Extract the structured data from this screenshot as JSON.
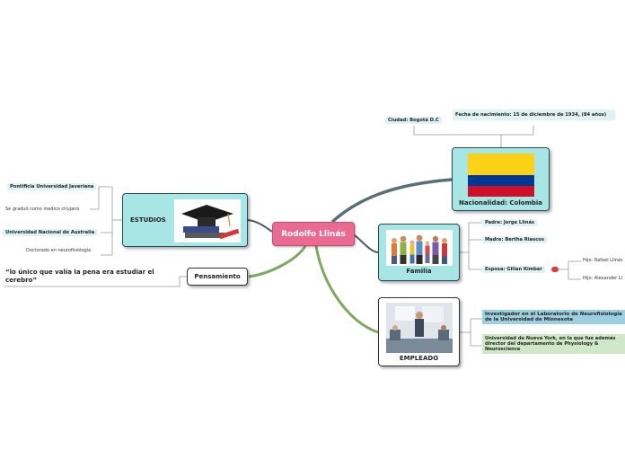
{
  "central": "Rodolfo Llinás",
  "nacionalidad": {
    "label": "Nacionalidad: Colombia",
    "ciudad": "Ciudad: Bogotá D.C",
    "fecha": "Fecha de nacimiento: 15 de diciembre de 1934, (84 años)",
    "flag_colors": [
      "#fcd116",
      "#003893",
      "#ce1126"
    ]
  },
  "familia": {
    "label": "Familia",
    "padre": "Padre: Jorge Llinás",
    "madre": "Madre: Bertha Riascos",
    "esposa": "Esposa: Gilian Kimber",
    "hijos": [
      "Hijo: Rafael Llinás",
      "Hijo: Alexander Ll"
    ]
  },
  "empleado": {
    "label": "EMPLEADO",
    "items": [
      "Investigador en el Laboratorio de Neurofisiología de la Universidad de Minnesota",
      "Universidad de Nueva York, en la que fue además director del departamento de Physiology & Neuroscience"
    ]
  },
  "estudios": {
    "label": "ESTUDIOS",
    "items": [
      "Pontificia Universidad Javeriana",
      "Se graduó como medico cirujano",
      "Universidad Nacional de Australia",
      "Doctorado en neurofisiología"
    ]
  },
  "pensamiento": {
    "label": "Pensamiento",
    "quote": "“lo único que valía la pena era estudiar el cerebro”"
  }
}
